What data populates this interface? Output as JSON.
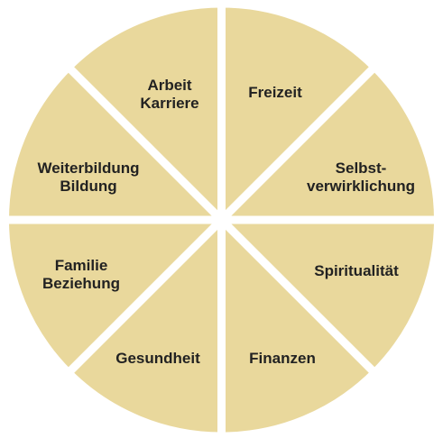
{
  "colors": {
    "segment_fill": "#e9d89c",
    "divider": "#ffffff",
    "label_text": "#222222"
  },
  "segments": [
    {
      "id": "freizeit",
      "lines": [
        "Freizeit"
      ]
    },
    {
      "id": "selbstverwirklichung",
      "lines": [
        "Selbst-",
        "verwirklichung"
      ]
    },
    {
      "id": "spiritualitaet",
      "lines": [
        "Spiritualität"
      ]
    },
    {
      "id": "finanzen",
      "lines": [
        "Finanzen"
      ]
    },
    {
      "id": "gesundheit",
      "lines": [
        "Gesundheit"
      ]
    },
    {
      "id": "familie-beziehung",
      "lines": [
        "Familie",
        "Beziehung"
      ]
    },
    {
      "id": "weiterbildung-bildung",
      "lines": [
        "Weiterbildung",
        "Bildung"
      ]
    },
    {
      "id": "arbeit-karriere",
      "lines": [
        "Arbeit",
        "Karriere"
      ]
    }
  ]
}
